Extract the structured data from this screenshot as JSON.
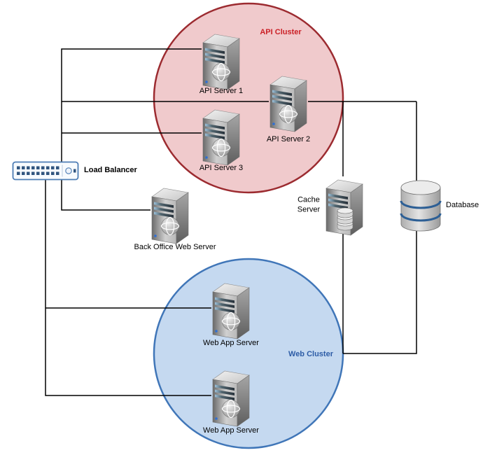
{
  "diagram": {
    "clusters": {
      "api": {
        "label": "API Cluster",
        "fill": "#f0cacc",
        "stroke": "#9c2b30",
        "text": "#cb2127"
      },
      "web": {
        "label": "Web Cluster",
        "fill": "#c5d9f0",
        "stroke": "#4076b8",
        "text": "#2d5ca6"
      }
    },
    "nodes": {
      "load_balancer": {
        "label": "Load Balancer"
      },
      "api_server_1": {
        "label": "API Server 1"
      },
      "api_server_2": {
        "label": "API Server 2"
      },
      "api_server_3": {
        "label": "API Server 3"
      },
      "back_office": {
        "label": "Back Office Web Server"
      },
      "cache_server": {
        "label": "Cache Server"
      },
      "database": {
        "label": "Database"
      },
      "web_app_server_1": {
        "label": "Web App Server"
      },
      "web_app_server_2": {
        "label": "Web App Server"
      }
    },
    "icons": {
      "server": "3d-tower-server-with-globe",
      "cache_server": "3d-tower-server-with-disk-stack",
      "database": "database-cylinder",
      "load_balancer": "network-switch-with-ports"
    },
    "edge_color": "#000000"
  }
}
